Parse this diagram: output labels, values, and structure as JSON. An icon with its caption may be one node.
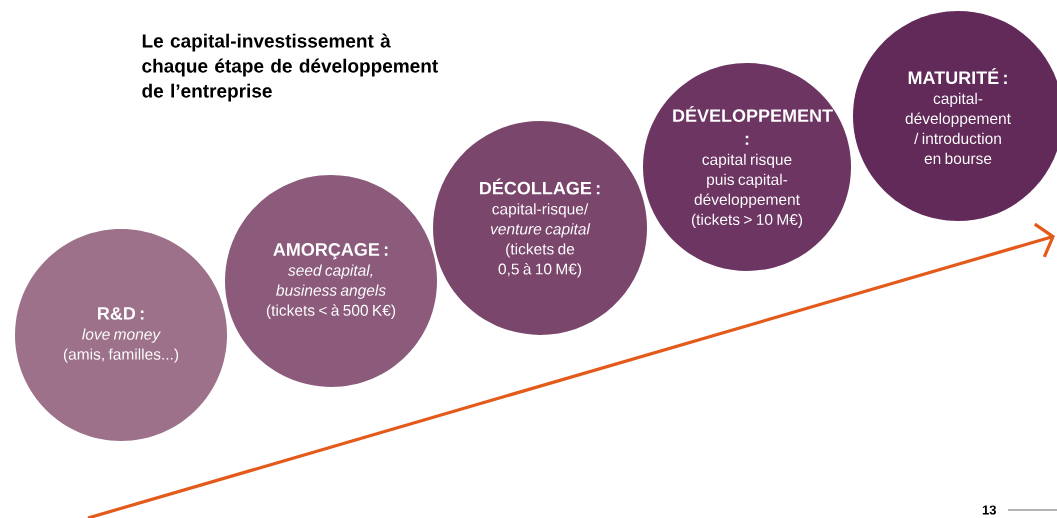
{
  "diagram": {
    "title": "Le capital-investissement à chaque étape de développement de l’entreprise",
    "nodes": [
      {
        "text": [
          "R&D :",
          "*love money* (amis, familles...)"
        ]
      },
      {
        "text": [
          "AMORÇAGE :",
          "*seed capital, business angels* (tickets < à 500 K€)"
        ]
      },
      {
        "text": [
          "DÉCOLLAGE :",
          "capital-risque/ *venture capital* (tickets de 0,5 à 10 M€)"
        ]
      },
      {
        "text": [
          "DÉVELOPPEMENT :",
          "capital risque puis capital-développement (tickets > 10 M€)"
        ]
      },
      {
        "text": [
          "MATURITÉ :",
          "capital-développement / introduction en bourse"
        ]
      }
    ],
    "labels": [
      "13"
    ]
  }
}
